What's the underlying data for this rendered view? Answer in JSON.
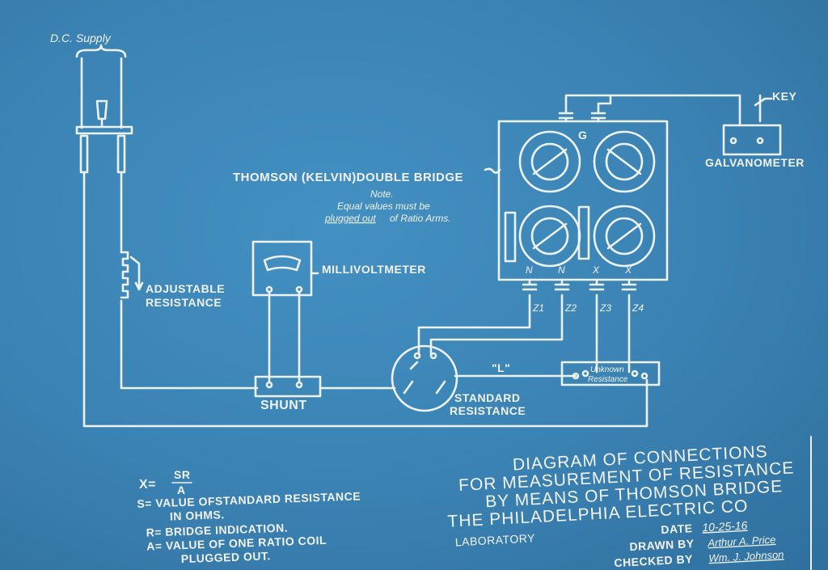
{
  "diagram": {
    "supply_label": "D.C. Supply",
    "adjustable_resistance": [
      "ADJUSTABLE",
      "RESISTANCE"
    ],
    "millivoltmeter": "MILLIVOLTMETER",
    "shunt": "SHUNT",
    "standard_resistance": [
      "STANDARD",
      "RESISTANCE"
    ],
    "l_label": "\"L\"",
    "unknown_resistance": [
      "Unknown",
      "Resistance"
    ],
    "bridge_label": "THOMSON (KELVIN)DOUBLE BRIDGE",
    "note": [
      "Note.",
      "Equal values must be",
      "plugged out",
      "of Ratio Arms."
    ],
    "g_label": "G",
    "key_label": "KEY",
    "galvanometer": "GALVANOMETER",
    "terminal_top": [
      "N",
      "N",
      "X",
      "X"
    ],
    "terminal_bottom": [
      "Z1",
      "Z2",
      "Z3",
      "Z4"
    ]
  },
  "legend": {
    "formula_lhs": "X=",
    "formula_num": "SR",
    "formula_den": "A",
    "lines": [
      "S= VALUE OFSTANDARD RESISTANCE",
      "IN OHMS.",
      "R= BRIDGE INDICATION.",
      "A= VALUE OF ONE RATIO COIL",
      "PLUGGED OUT."
    ]
  },
  "title_block": {
    "title": [
      "DIAGRAM OF CONNECTIONS",
      "FOR MEASUREMENT OF RESISTANCE",
      "BY MEANS OF THOMSON BRIDGE",
      "THE PHILADELPHIA ELECTRIC CO"
    ],
    "laboratory": "LABORATORY",
    "date_label": "DATE",
    "date": "10-25-16",
    "drawn_by_label": "DRAWN BY",
    "drawn_by": "Arthur A. Price",
    "checked_by_label": "CHECKED BY",
    "checked_by": "Wm. J. Johnson"
  }
}
